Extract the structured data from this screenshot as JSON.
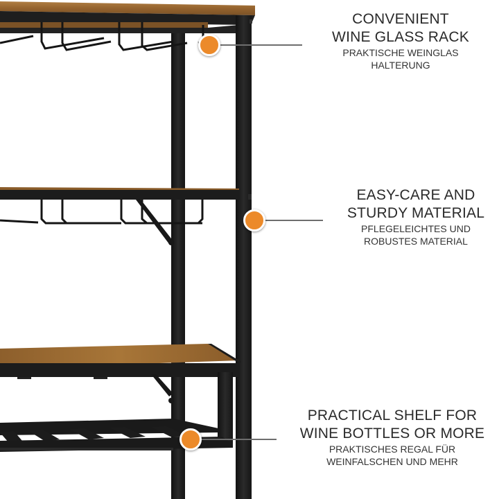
{
  "image": {
    "subject": "wine rack shelf unit with callouts",
    "background": "#ffffff",
    "colors": {
      "accent_dot": "#ec8a2a",
      "frame_metal": "#1c1c1c",
      "wood": "#9a6a32",
      "wood_dark": "#6e4a22",
      "leader_line": "#6e6e6e",
      "text": "#2a2a2a"
    }
  },
  "callouts": [
    {
      "title_line1": "CONVENIENT",
      "title_line2": "WINE GLASS RACK",
      "sub_line1": "PRAKTISCHE WEINGLAS",
      "sub_line2": "HALTERUNG",
      "icon": "orange-dot-marker"
    },
    {
      "title_line1": "EASY-CARE AND",
      "title_line2": "STURDY MATERIAL",
      "sub_line1": "PFLEGELEICHTES UND",
      "sub_line2": "ROBUSTES MATERIAL",
      "icon": "orange-dot-marker"
    },
    {
      "title_line1": "PRACTICAL SHELF FOR",
      "title_line2": "WINE BOTTLES OR MORE",
      "sub_line1": "PRAKTISCHES REGAL FÜR",
      "sub_line2": "WEINFALSCHEN UND MEHR",
      "icon": "orange-dot-marker"
    }
  ]
}
